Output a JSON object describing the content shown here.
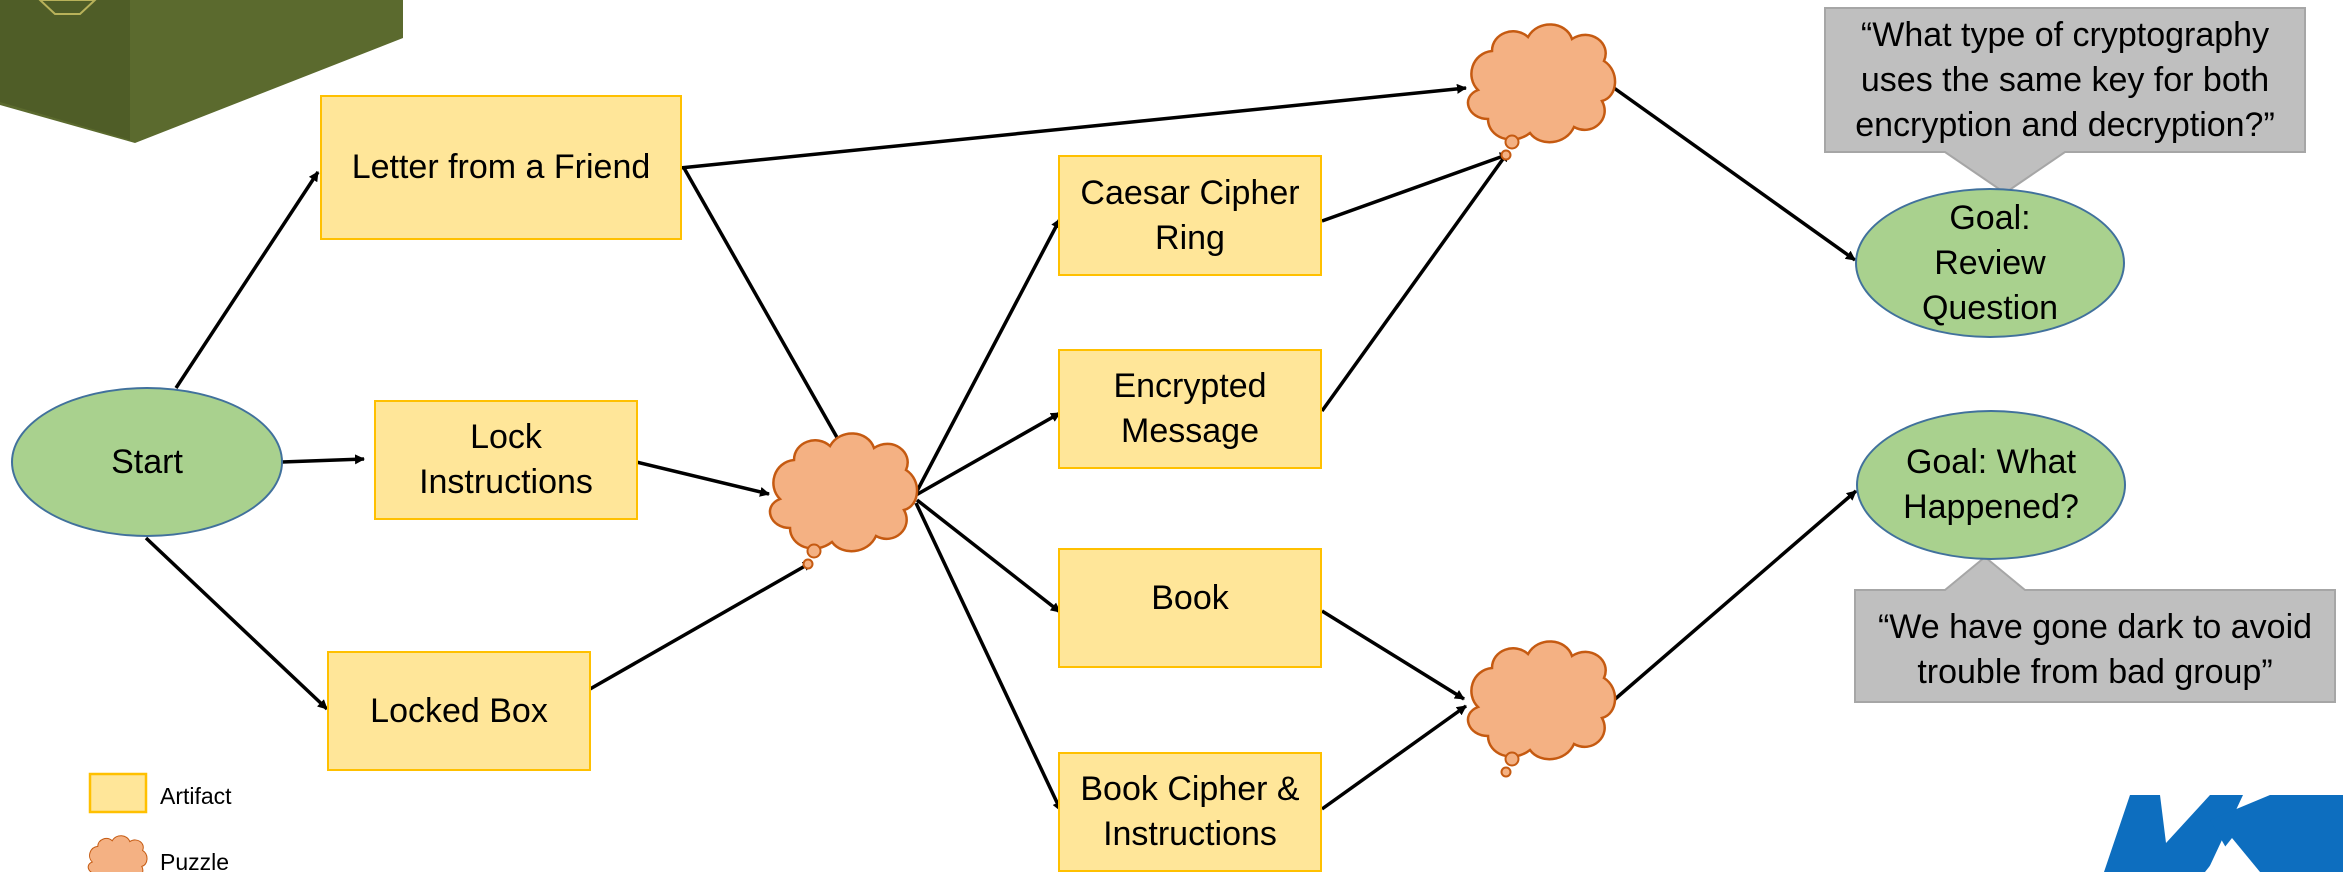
{
  "nodes": {
    "start": "Start",
    "letter": "Letter from a Friend",
    "lock_instructions": "Lock\nInstructions",
    "locked_box": "Locked Box",
    "caesar_ring": "Caesar Cipher\nRing",
    "encrypted_message": "Encrypted\nMessage",
    "book": "Book",
    "book_cipher": "Book Cipher &\nInstructions",
    "goal_review": "Goal:\nReview\nQuestion",
    "goal_happened": "Goal: What\nHappened?"
  },
  "callouts": {
    "review": "“What type of cryptography\nuses the same key for both\nencryption and decryption?”",
    "happened": "“We have gone dark to avoid\ntrouble from bad group”"
  },
  "legend": {
    "artifact": "Artifact",
    "puzzle": "Puzzle"
  },
  "colors": {
    "artifact_fill": "#ffe699",
    "artifact_border": "#ffc000",
    "goal_fill": "#a9d18e",
    "goal_border": "#41719c",
    "puzzle_fill": "#f4b183",
    "puzzle_border": "#c55a11",
    "callout_fill": "#bfbfbf",
    "logo_blue": "#0d6ebf",
    "box_green": "#5b6a2e"
  }
}
